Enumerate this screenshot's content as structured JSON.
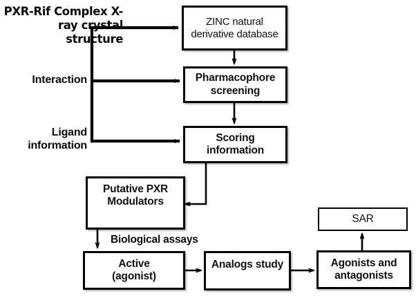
{
  "diagram": {
    "title_block": {
      "text": "PXR-Rif Complex X-\nray crystal\nstructure"
    },
    "input_labels": [
      {
        "name": "interaction",
        "text": "Interaction"
      },
      {
        "name": "ligand-information",
        "text": "Ligand\ninformation"
      }
    ],
    "nodes": [
      {
        "id": "zinc",
        "text": "ZINC natural\nderivative database"
      },
      {
        "id": "pharmacophore",
        "text": "Pharmacophore\nscreening"
      },
      {
        "id": "scoring",
        "text": "Scoring\ninformation"
      },
      {
        "id": "putative",
        "text": "Putative PXR\nModulators"
      },
      {
        "id": "active",
        "text": "Active\n(agonist)"
      },
      {
        "id": "analogs",
        "text": "Analogs study"
      },
      {
        "id": "agonists",
        "text": "Agonists and\nantagonists"
      },
      {
        "id": "sar",
        "text": "SAR"
      }
    ],
    "edge_labels": [
      {
        "name": "biological-assays",
        "text": "Biological assays"
      }
    ],
    "colors": {
      "stroke": "#000000",
      "box_fill": "#ffffff",
      "text": "#111111",
      "page_background": "#ffffff"
    }
  }
}
